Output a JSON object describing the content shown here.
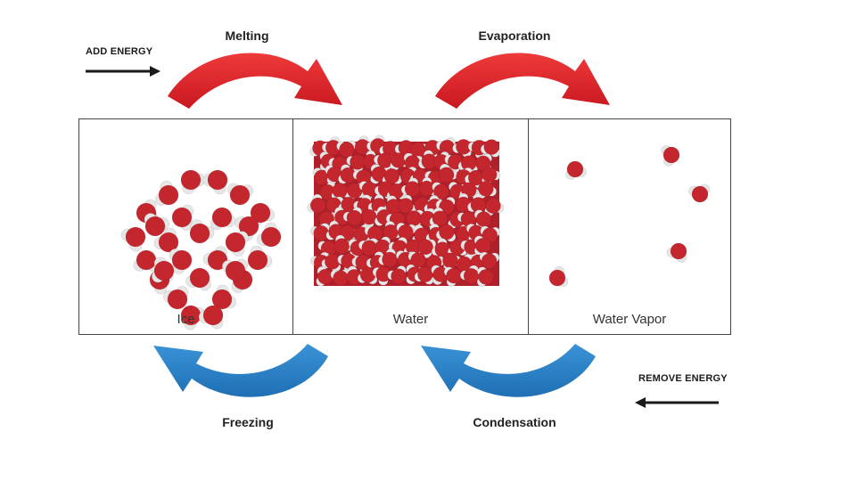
{
  "energy": {
    "add": "ADD ENERGY",
    "remove": "REMOVE ENERGY"
  },
  "processes": {
    "melting": "Melting",
    "evaporation": "Evaporation",
    "freezing": "Freezing",
    "condensation": "Condensation"
  },
  "states": {
    "ice": "Ice",
    "water": "Water",
    "vapor": "Water Vapor"
  },
  "colors": {
    "heat_arrow": "#e0202a",
    "cool_arrow": "#2a7fc4",
    "oxygen": "#c4262e",
    "hydrogen": "#e6e6e6"
  }
}
